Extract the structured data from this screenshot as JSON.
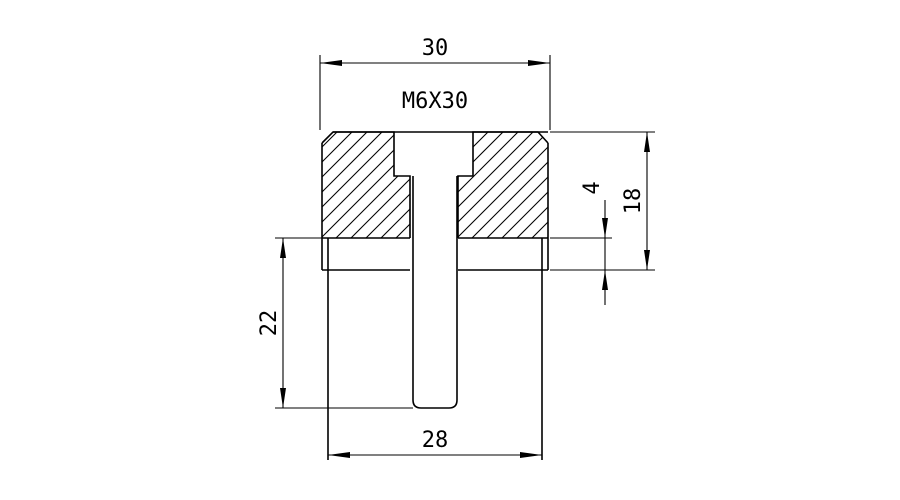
{
  "drawing": {
    "label": "M6X30",
    "dimensions": {
      "top_width": "30",
      "bottom_width": "28",
      "left_height": "22",
      "right_height": "18",
      "right_small": "4"
    }
  }
}
